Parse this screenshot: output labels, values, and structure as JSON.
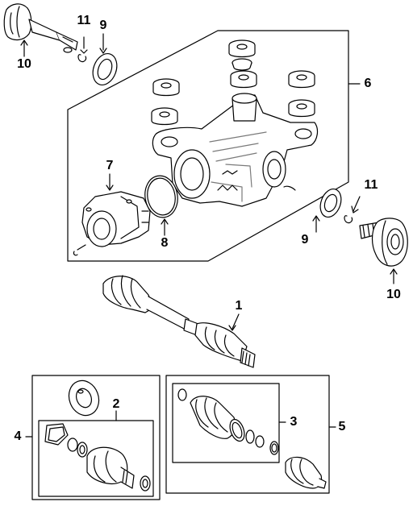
{
  "callouts": {
    "c1": "1",
    "c2": "2",
    "c3": "3",
    "c4": "4",
    "c5": "5",
    "c6": "6",
    "c7": "7",
    "c8": "8",
    "c9_left": "9",
    "c9_right": "9",
    "c10_left": "10",
    "c10_right": "10",
    "c11_left": "11",
    "c11_right": "11"
  },
  "colors": {
    "line": "#000000",
    "fill": "#ffffff",
    "shade": "#d9d9d9",
    "dark": "#7a7a7a"
  },
  "parts": [
    "rear-axle-shaft-assembly",
    "inner-joint-kit",
    "outer-joint-boot-kit",
    "joint-kit-box",
    "boot-kit-box",
    "differential-carrier-assembly",
    "differential-cover",
    "cover-gasket",
    "axle-seal",
    "output-flange",
    "snap-ring"
  ]
}
